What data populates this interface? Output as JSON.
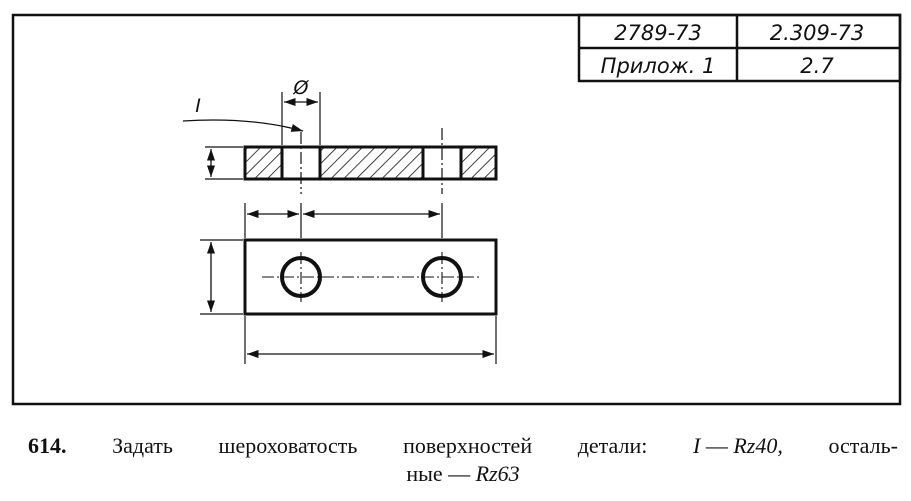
{
  "stamp": {
    "r1c1": "2789-73",
    "r1c2": "2.309-73",
    "r2c1": "Прилож. 1",
    "r2c2": "2.7"
  },
  "labels": {
    "surface_marker": "I",
    "diameter_symbol": "Ø"
  },
  "caption": {
    "number": "614.",
    "words": [
      "Задать",
      "шероховатость",
      "поверхностей",
      "детали:"
    ],
    "req_main_surface": "I",
    "req_main_dash": "—",
    "req_main_value": "Rz40,",
    "rest_word_part1": "осталь-",
    "rest_word_part2": "ные",
    "req_rest_dash": "—",
    "req_rest_value": "Rz63"
  },
  "colors": {
    "ink": "#111111",
    "paper": "#ffffff"
  }
}
